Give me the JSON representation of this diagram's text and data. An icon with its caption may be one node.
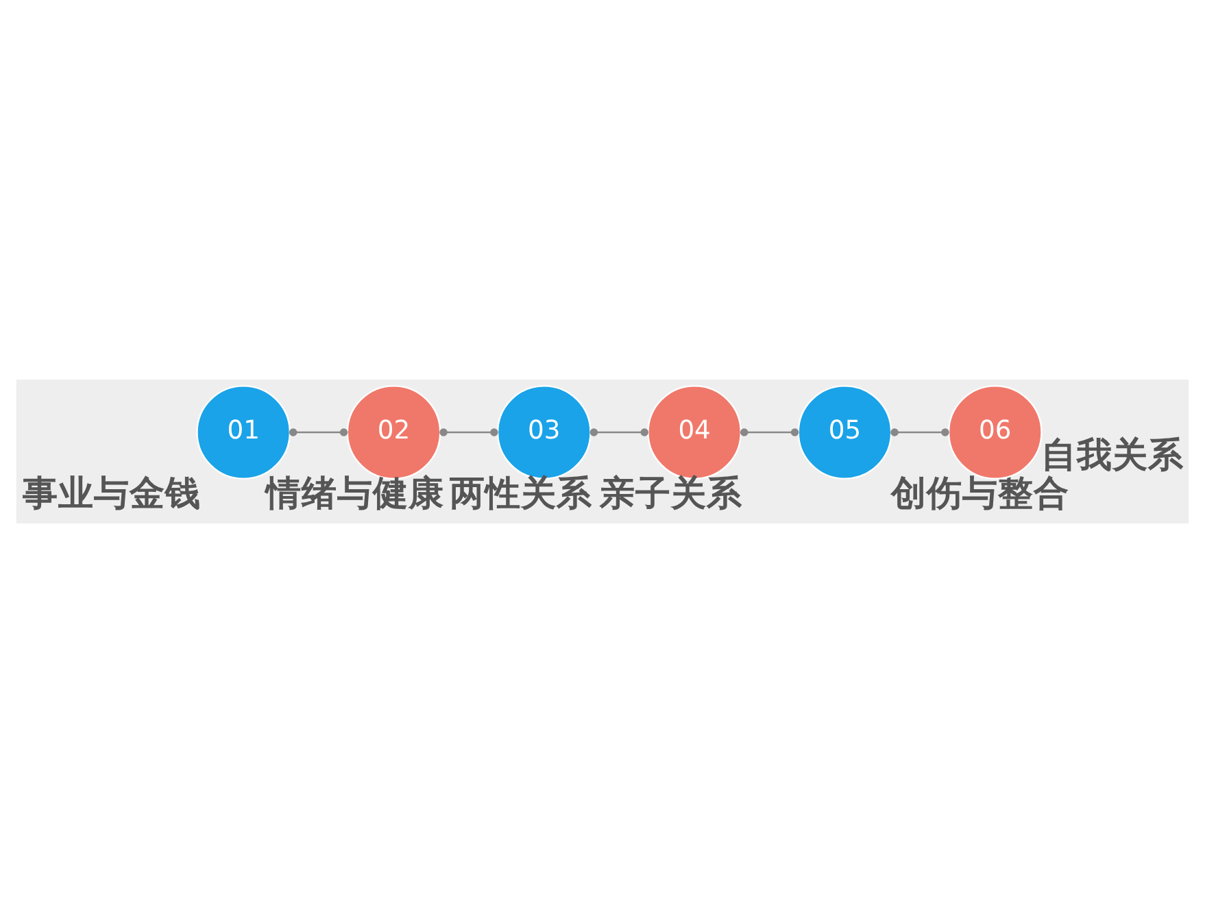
{
  "diagram": {
    "nodes": [
      {
        "text": [
          "01"
        ],
        "beside": [
          "事业与金钱"
        ]
      },
      {
        "text": [
          "02"
        ],
        "beside": [
          "情绪与健康"
        ]
      },
      {
        "text": [
          "03"
        ],
        "beside": [
          "两性关系"
        ]
      },
      {
        "text": [
          "04"
        ],
        "beside": [
          "亲子关系"
        ]
      },
      {
        "text": [
          "05"
        ],
        "beside": [
          "创伤与整合"
        ]
      },
      {
        "text": [
          "06"
        ],
        "beside": [
          "自我关系"
        ]
      }
    ],
    "edges": [
      {
        "from": 0,
        "to": 1,
        "arrow": "other"
      },
      {
        "from": 1,
        "to": 2,
        "arrow": "other"
      },
      {
        "from": 2,
        "to": 3,
        "arrow": "other"
      },
      {
        "from": 3,
        "to": 4,
        "arrow": "other"
      },
      {
        "from": 4,
        "to": 5,
        "arrow": "other"
      }
    ]
  }
}
